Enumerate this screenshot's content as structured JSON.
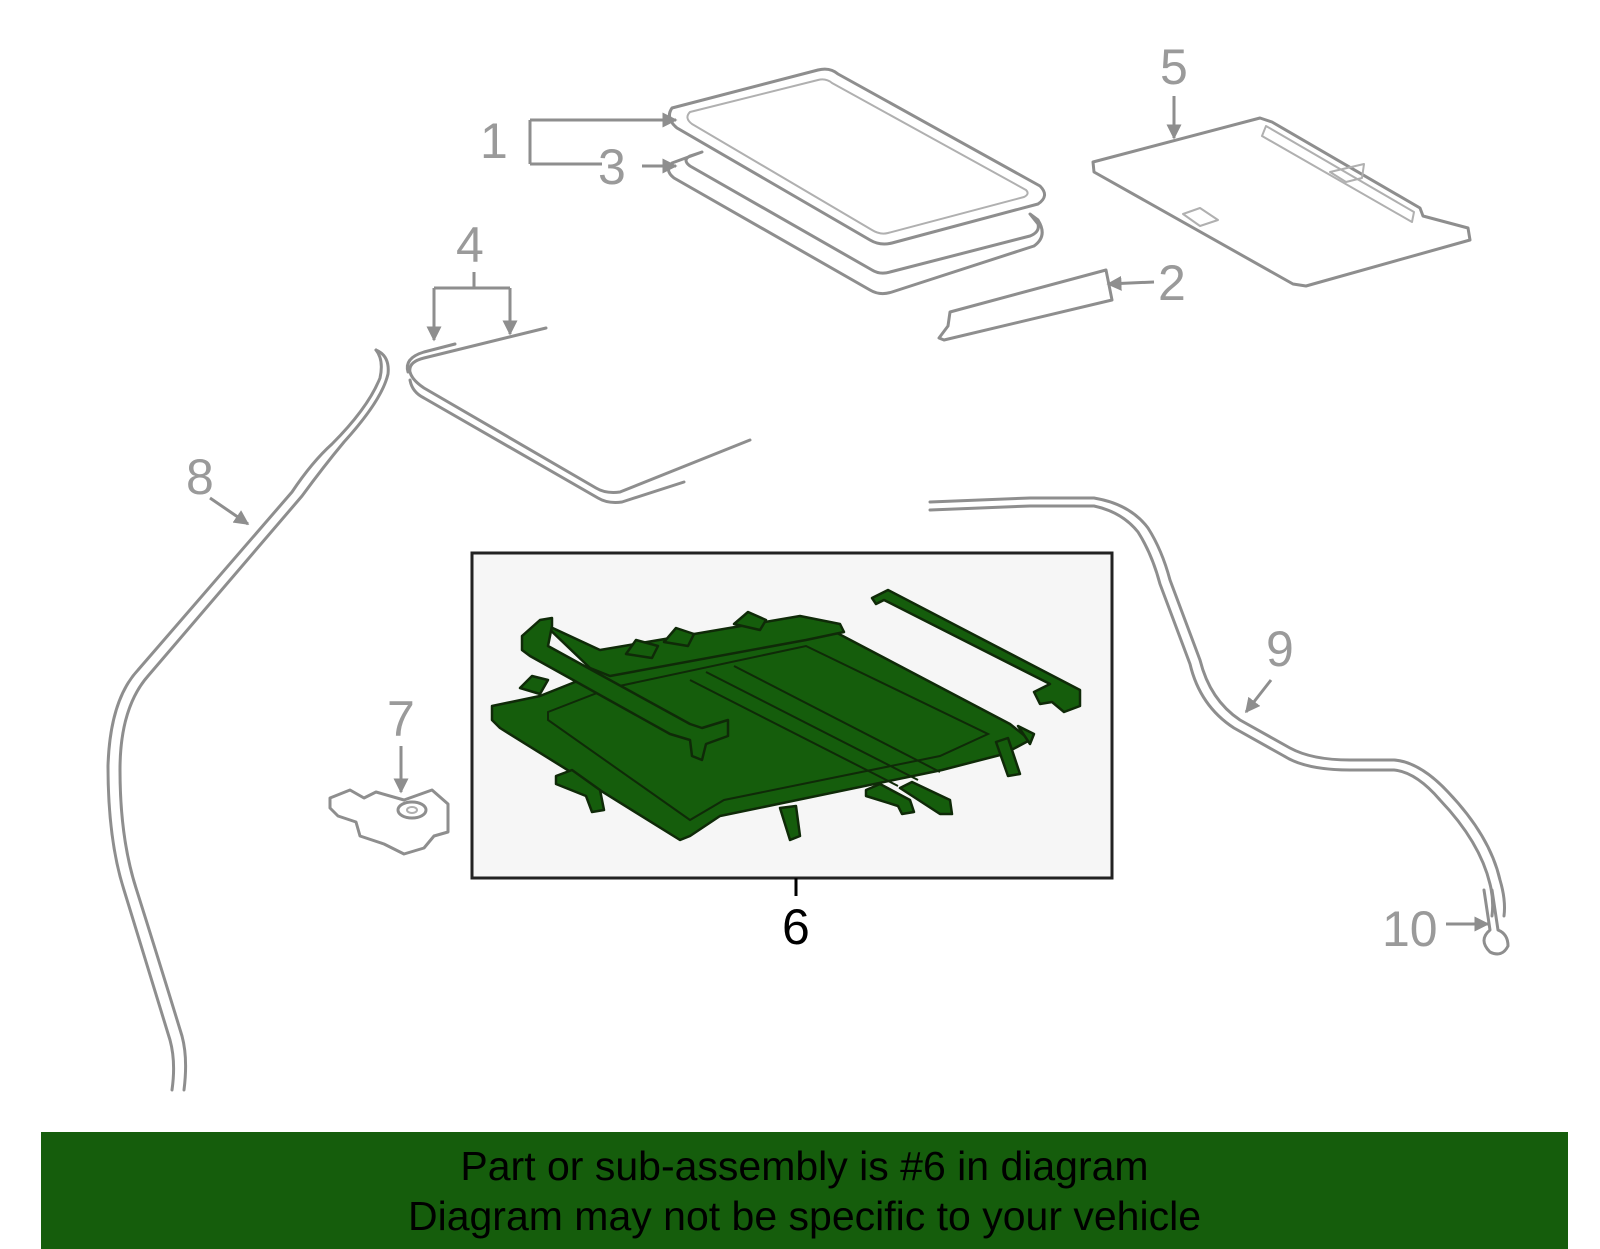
{
  "callouts": {
    "c1": "1",
    "c2": "2",
    "c3": "3",
    "c4": "4",
    "c5": "5",
    "c6": "6",
    "c7": "7",
    "c8": "8",
    "c9": "9",
    "c10": "10"
  },
  "highlight": {
    "part_number": "6",
    "color": "#155d0c",
    "inset_background": "#f6f6f6"
  },
  "footer": {
    "line1": "Part or sub-assembly is #6 in diagram",
    "line2": "Diagram may not be specific to your vehicle",
    "background": "#155d0c"
  }
}
